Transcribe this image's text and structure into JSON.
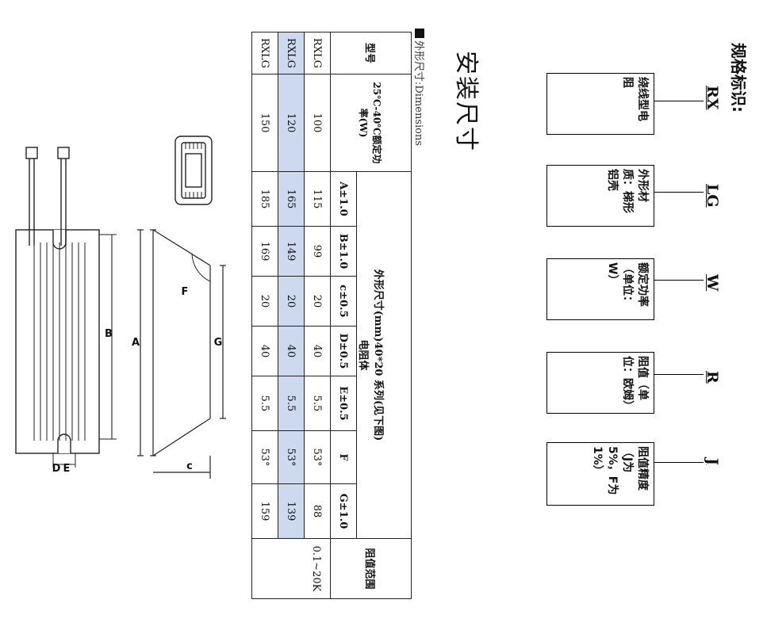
{
  "spec": {
    "title": "规格标识:",
    "codes": [
      "RX",
      "LG",
      "W",
      "R",
      "J"
    ],
    "descriptions": [
      "绕线型电阻",
      "外形材质：梯形铝壳",
      "额定功率（单位：W）",
      "阻值（单位：欧姆）",
      "阻值精度（J为5%，F为1%）"
    ]
  },
  "install": {
    "title": "安装尺寸",
    "subtitle": "外形尺寸:Dimensions"
  },
  "table": {
    "col_model": "型号",
    "col_power": "25℃-40℃额定功率(W)",
    "group_header": "外形尺寸(mm)40*20 系列(见下图)",
    "dims": [
      "A±1.0",
      "B±1.0",
      "c±0.5",
      "D±0.5",
      "E±0.5",
      "F",
      "G±1.0"
    ],
    "col_resistor": "电阻体",
    "col_range": "阻值范围",
    "range_value": "0.1~20K",
    "rows": [
      {
        "model": "RXLG",
        "power": "100",
        "values": [
          "115",
          "99",
          "20",
          "40",
          "5.5",
          "53°",
          "88"
        ]
      },
      {
        "model": "RXLG",
        "power": "120",
        "values": [
          "165",
          "149",
          "20",
          "40",
          "5.5",
          "53°",
          "139"
        ]
      },
      {
        "model": "RXLG",
        "power": "150",
        "values": [
          "185",
          "169",
          "20",
          "40",
          "5.5",
          "53°",
          "159"
        ]
      }
    ]
  },
  "drawing": {
    "label_A": "A",
    "label_B": "B",
    "label_G": "G",
    "label_F": "F",
    "label_C": "c",
    "label_E": "E",
    "label_D": "D"
  },
  "colors": {
    "highlight": "#cdd9ee",
    "ink": "#111111"
  }
}
